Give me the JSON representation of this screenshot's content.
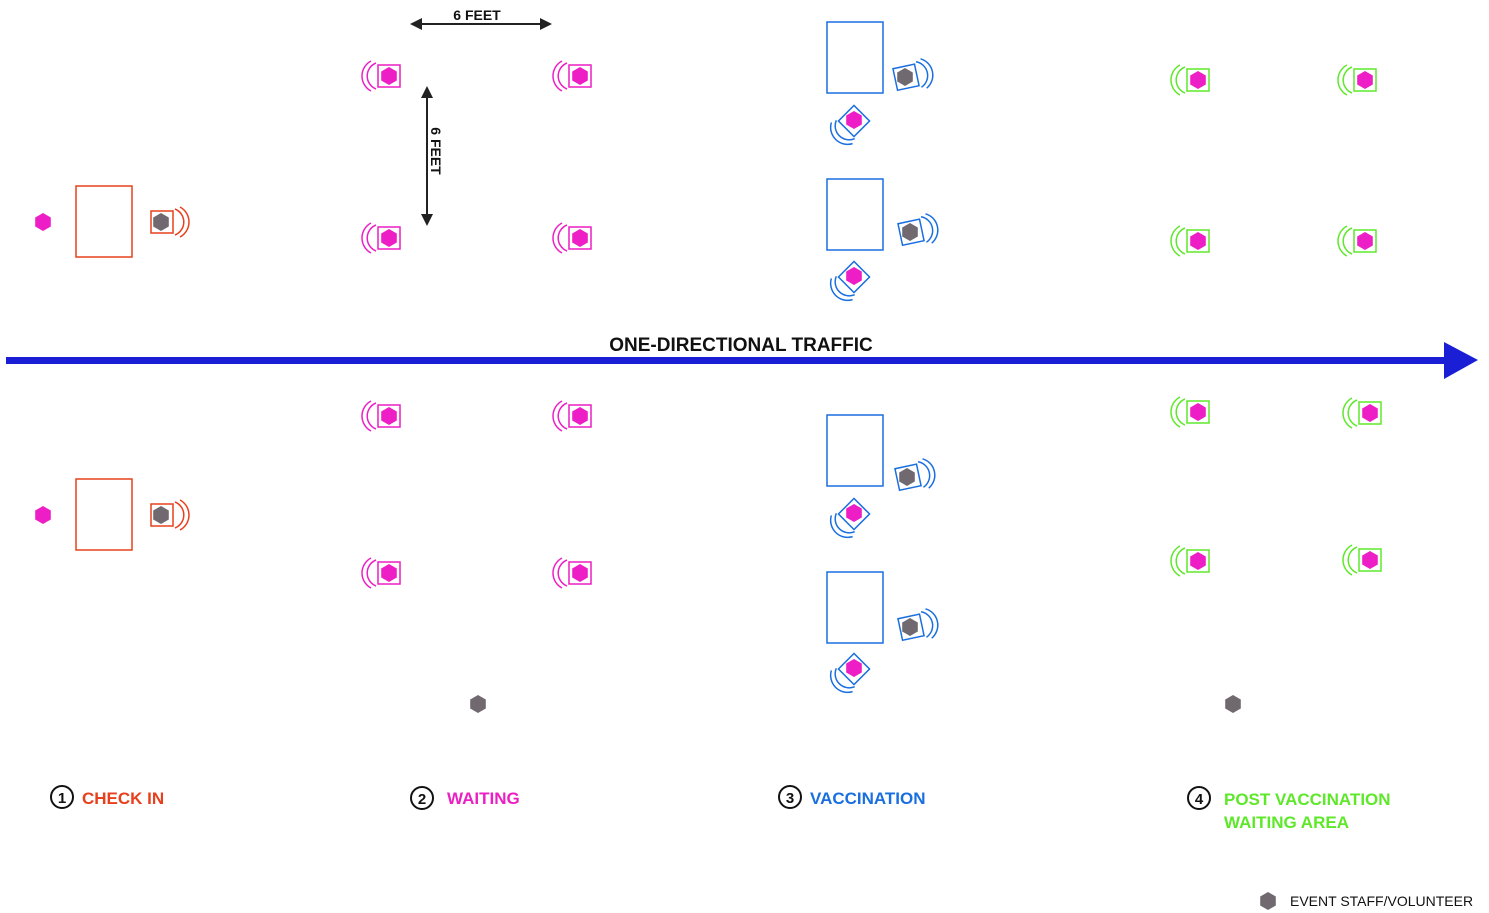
{
  "dimension_labels": {
    "horizontal": "6 FEET",
    "vertical": "6 FEET"
  },
  "traffic": {
    "label": "ONE-DIRECTIONAL TRAFFIC"
  },
  "stations": [
    {
      "number": "1",
      "name": "CHECK IN",
      "color": "#e8401c"
    },
    {
      "number": "2",
      "name": "WAITING",
      "color": "#ec1fc4"
    },
    {
      "number": "3",
      "name": "VACCINATION",
      "color": "#1a6fe0"
    },
    {
      "number": "4",
      "name_line1": "POST VACCINATION",
      "name_line2": "WAITING AREA",
      "color": "#5ee82a"
    }
  ],
  "legend": {
    "label": "EVENT STAFF/VOLUNTEER"
  },
  "colors": {
    "person": "#ee1ec6",
    "staff": "#706a70",
    "arrow": "#1a1fd6",
    "checkin": "#e8401c",
    "waiting": "#ec1fc4",
    "vaccination": "#1a6fe0",
    "post": "#5ee82a",
    "dimension": "#222222"
  }
}
